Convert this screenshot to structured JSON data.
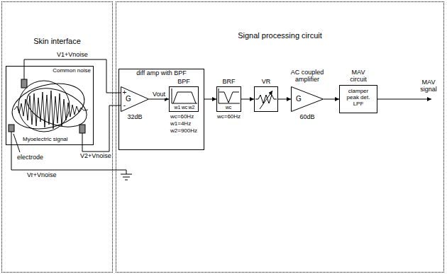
{
  "diagram": {
    "nodes": [
      {
        "text": [
          "Skin interface"
        ]
      },
      {
        "text": [
          "Signal processing circuit"
        ]
      },
      {
        "text": [
          "Common noise",
          "Myoelectric signal"
        ],
        "in": 0
      },
      {
        "text": [
          "diff amp with BPF"
        ],
        "in": 1
      },
      {
        "text": [
          "G",
          "32dB"
        ],
        "in": 3
      },
      {
        "text": [
          "BPF",
          "w1",
          "wc",
          "w2",
          "wc=60Hz",
          "w1=4Hz",
          "w2=900Hz"
        ],
        "in": 3
      },
      {
        "text": [
          "BRF",
          "wc",
          "wc=60Hz"
        ],
        "in": 1
      },
      {
        "text": [
          "VR"
        ],
        "in": 1
      },
      {
        "text": [
          "AC coupled amplifier",
          "G",
          "60dB"
        ],
        "in": 1
      },
      {
        "text": [
          "MAV circuit",
          "clamper peak det. LPF"
        ],
        "in": 1
      }
    ],
    "edges": [
      {
        "from": 2,
        "to": 4,
        "label": "V1+Vnoise",
        "arrow": "none"
      },
      {
        "from": 2,
        "to": 4,
        "label": "V2+Vnoise",
        "arrow": "none"
      },
      {
        "from": 4,
        "to": 5,
        "label": "Vout",
        "arrow": "to"
      },
      {
        "from": 3,
        "to": 6,
        "arrow": "to"
      },
      {
        "from": 6,
        "to": 7,
        "arrow": "to"
      },
      {
        "from": 7,
        "to": 8,
        "arrow": "to"
      },
      {
        "from": 8,
        "to": 9,
        "arrow": "to"
      }
    ],
    "labels": [
      "electrode",
      "Vr+Vnoise",
      "+",
      "-",
      "MAV signal"
    ]
  }
}
